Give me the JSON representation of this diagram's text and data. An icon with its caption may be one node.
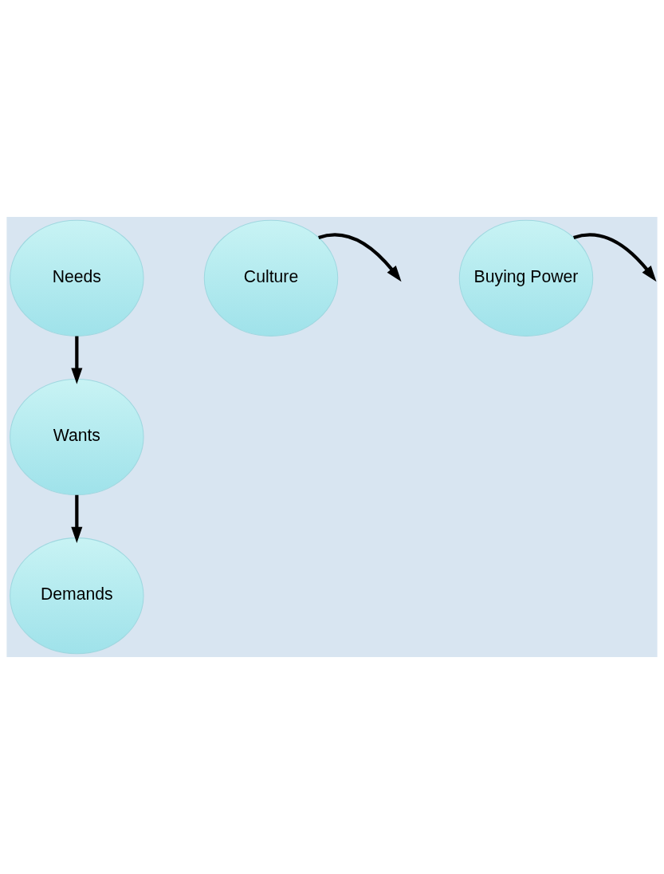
{
  "diagram": {
    "nodes": [
      {
        "text": [
          "Needs"
        ]
      },
      {
        "text": [
          "Culture"
        ]
      },
      {
        "text": [
          "Wants"
        ]
      },
      {
        "text": [
          "Buying Power"
        ]
      },
      {
        "text": [
          "Demands"
        ]
      }
    ],
    "edges": [
      {
        "from": 0,
        "to": 2,
        "arrow": "to"
      },
      {
        "from": 1,
        "to": null,
        "arrow": "to"
      },
      {
        "from": 2,
        "to": 4,
        "arrow": "to"
      },
      {
        "from": 3,
        "to": null,
        "arrow": "to"
      }
    ]
  }
}
